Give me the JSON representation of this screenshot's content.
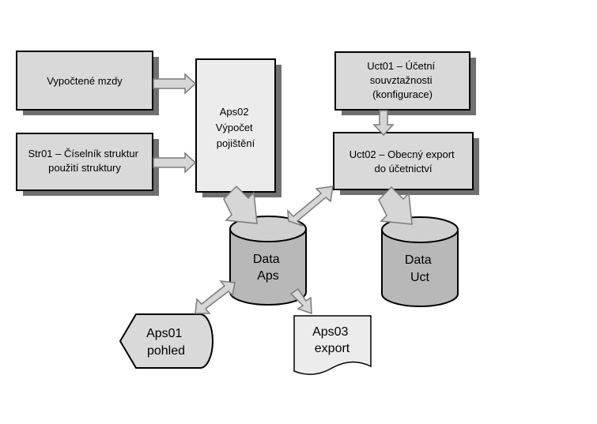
{
  "nodes": {
    "mzdy": {
      "lines": [
        "Vypočtené mzdy"
      ]
    },
    "str01": {
      "lines": [
        "Str01 – Číselník struktur",
        "použití struktury"
      ]
    },
    "aps02": {
      "lines": [
        "Aps02",
        "Výpočet",
        "pojištění"
      ]
    },
    "uct01": {
      "lines": [
        "Uct01 – Účetní",
        "souvztažnosti",
        "(konfigurace)"
      ]
    },
    "uct02": {
      "lines": [
        "Uct02 – Obecný export",
        "do účetnictví"
      ]
    },
    "data_aps": {
      "lines": [
        "Data",
        "Aps"
      ]
    },
    "data_uct": {
      "lines": [
        "Data",
        "Uct"
      ]
    },
    "aps01": {
      "lines": [
        "Aps01",
        "pohled"
      ]
    },
    "aps03": {
      "lines": [
        "Aps03",
        "export"
      ]
    }
  },
  "colors": {
    "box_fill": "#d9d9d9",
    "box_fill_light": "#ececec",
    "box_stroke": "#000000",
    "shadow": "#707070",
    "cylinder_fill": "#b8b8b8",
    "cylinder_top": "#d0d0d0",
    "arrow_fill": "#d6d6d6",
    "arrow_stroke": "#7a7a7a"
  }
}
